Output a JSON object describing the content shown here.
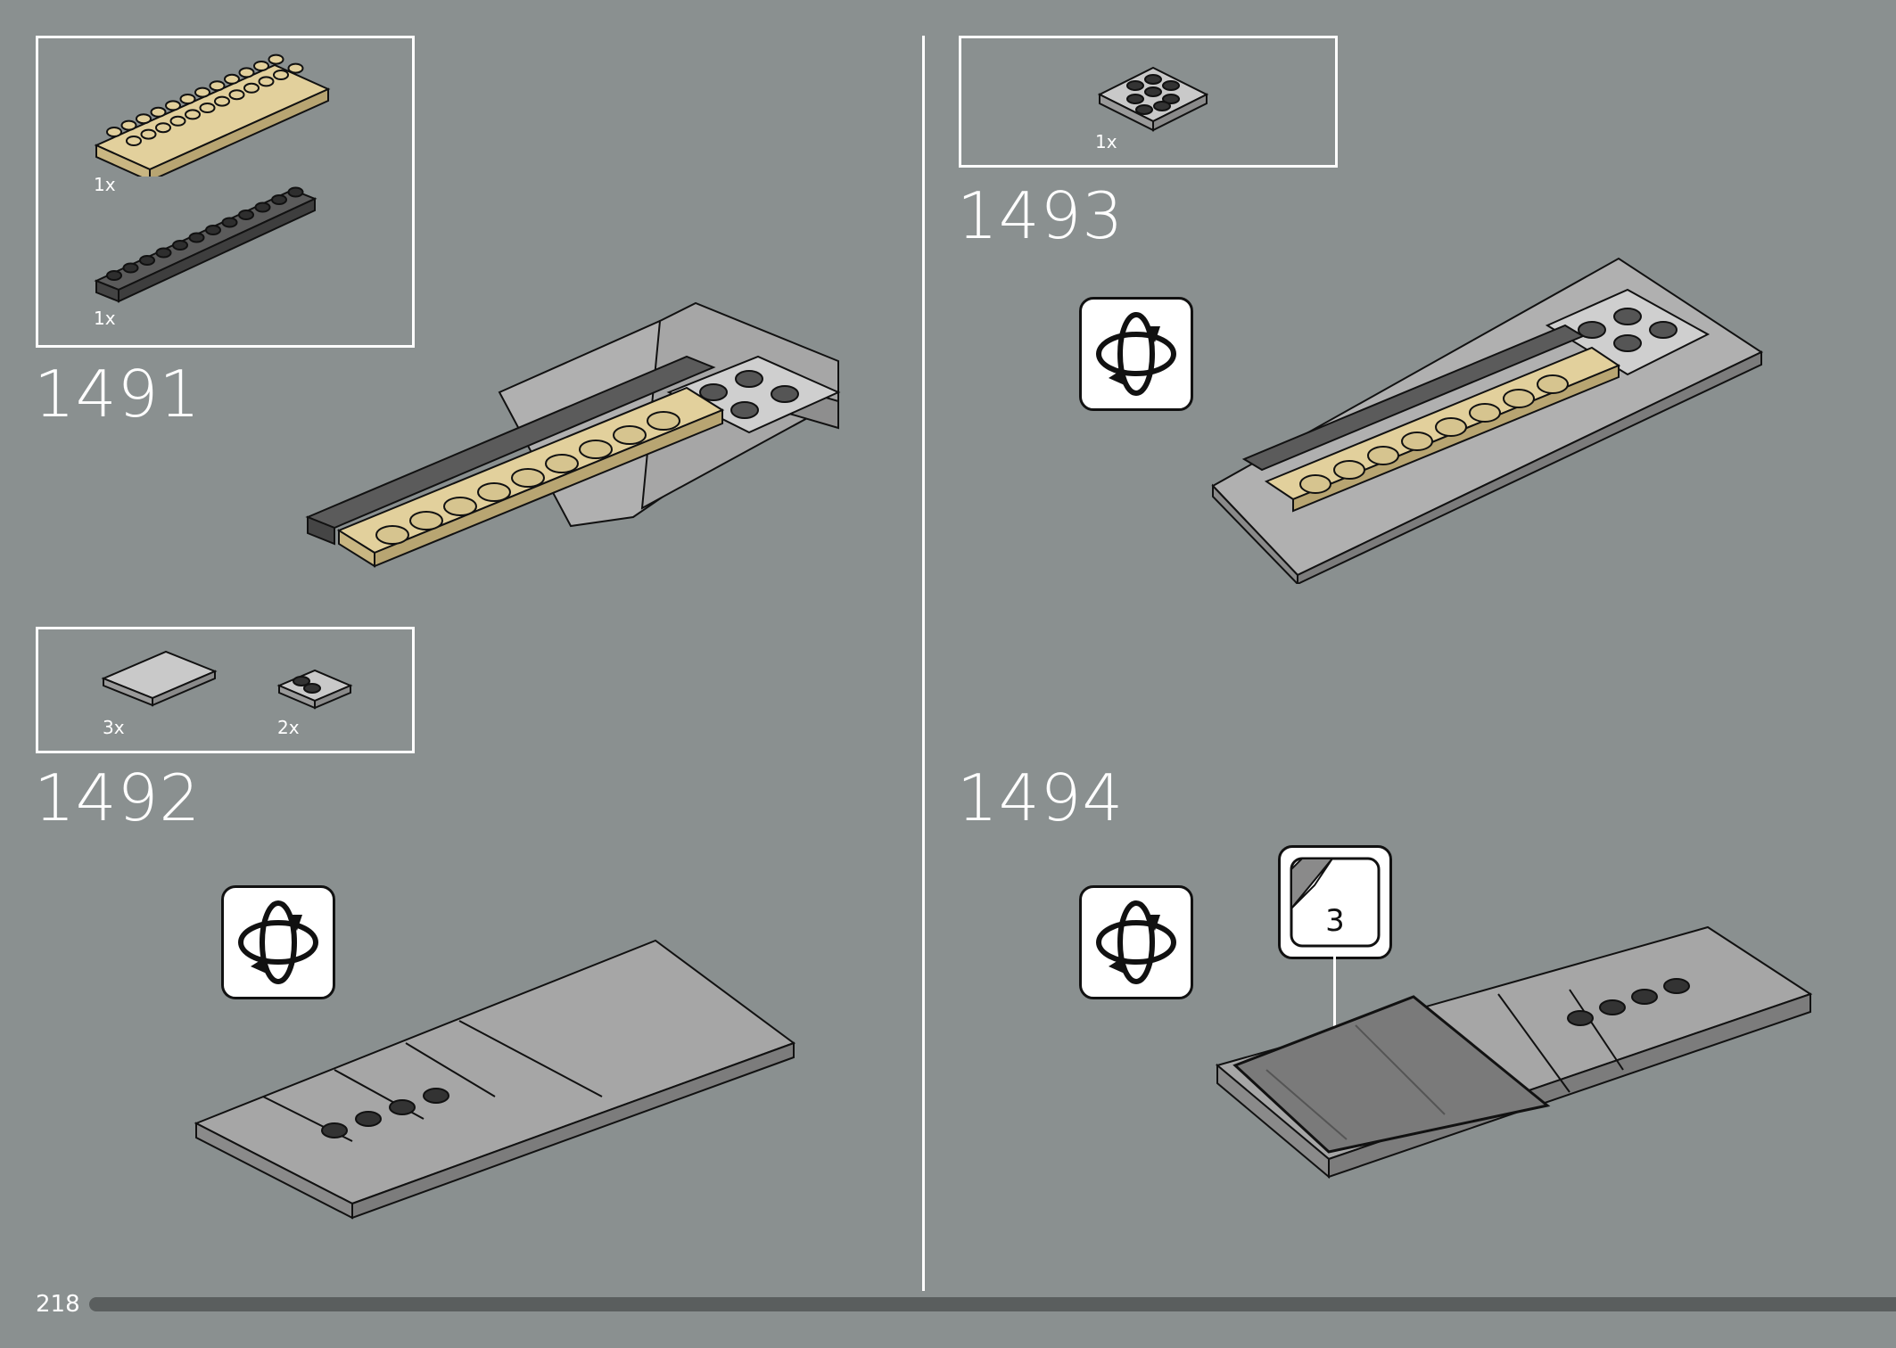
{
  "page": {
    "number": "218",
    "progress": 1.0
  },
  "steps": [
    {
      "number": "1491",
      "parts": [
        {
          "qty": "1x",
          "color": "tan"
        },
        {
          "qty": "1x",
          "color": "dark-gray"
        }
      ]
    },
    {
      "number": "1492",
      "parts": [
        {
          "qty": "3x",
          "color": "light-gray"
        },
        {
          "qty": "2x",
          "color": "light-gray"
        }
      ]
    },
    {
      "number": "1493",
      "parts": [
        {
          "qty": "1x",
          "color": "light-gray"
        }
      ]
    },
    {
      "number": "1494",
      "sticker_number": "3"
    }
  ],
  "icons": {
    "rotate": "rotate-model-icon",
    "sticker": "sticker-peel-icon"
  },
  "colors": {
    "background": "#8a9090",
    "tan": "#e2d09c",
    "light_gray": "#a8a8a8",
    "dark_gray": "#5b5b5b",
    "outline": "#111111"
  }
}
